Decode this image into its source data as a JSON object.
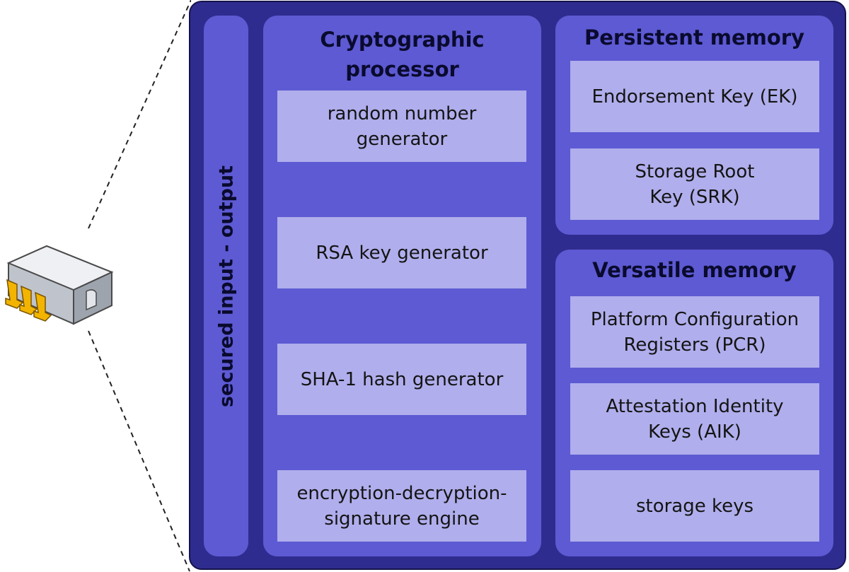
{
  "io_panel": {
    "label": "secured input - output"
  },
  "crypto": {
    "title": "Cryptographic\nprocessor",
    "items": [
      "random number\ngenerator",
      "RSA key generator",
      "SHA-1 hash generator",
      "encryption-decryption-\nsignature engine"
    ]
  },
  "persistent": {
    "title": "Persistent memory",
    "items": [
      "Endorsement Key (EK)",
      "Storage Root\nKey (SRK)"
    ]
  },
  "versatile": {
    "title": "Versatile memory",
    "items": [
      "Platform Configuration\nRegisters (PCR)",
      "Attestation Identity\nKeys (AIK)",
      "storage keys"
    ]
  },
  "colors": {
    "outer": "#2f2c8f",
    "panel": "#5d5ad3",
    "box": "#b0aeec",
    "chip_pins": "#f2b400"
  },
  "icons": [
    "chip-icon"
  ]
}
